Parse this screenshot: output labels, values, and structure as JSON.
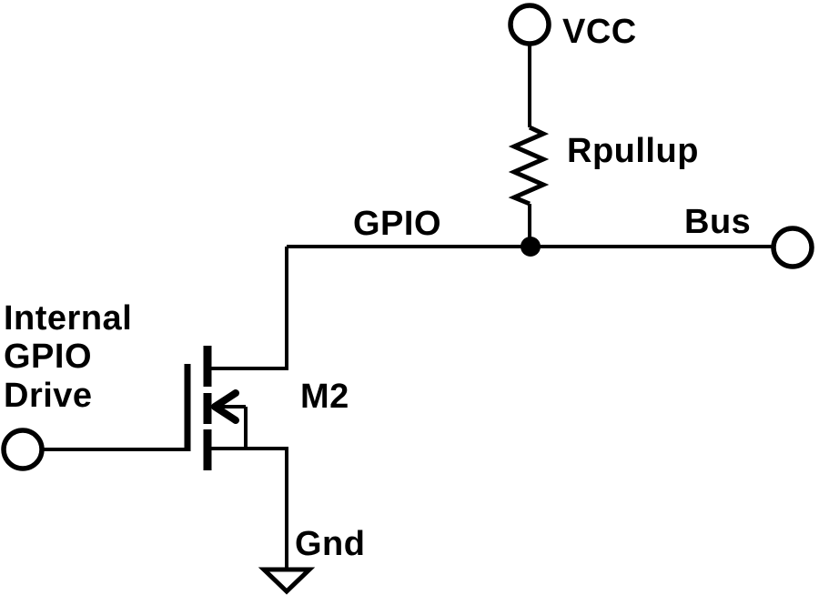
{
  "schematic": {
    "background_color": "#ffffff",
    "line_color": "#000000",
    "power_terminal": {
      "label": "VCC"
    },
    "pullup_resistor": {
      "label": "Rpullup",
      "type": "resistor"
    },
    "gpio_net": {
      "label": "GPIO"
    },
    "bus_terminal": {
      "label": "Bus"
    },
    "input_terminal": {
      "label_lines": [
        "Internal",
        "GPIO",
        "Drive"
      ]
    },
    "transistor": {
      "label": "M2",
      "type": "n-channel-mosfet"
    },
    "ground": {
      "label": "Gnd"
    }
  }
}
